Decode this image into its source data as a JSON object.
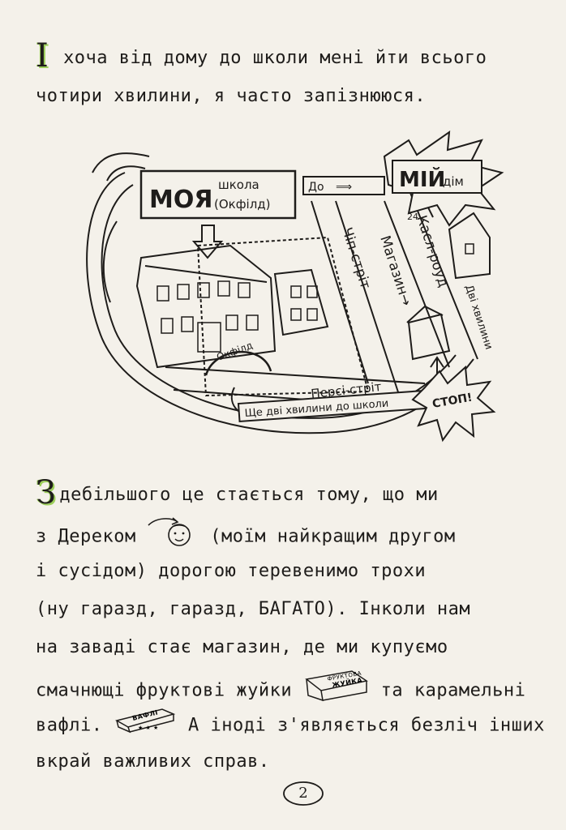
{
  "paragraph1": {
    "dropcap": "І",
    "line1": "хоча від дому до школи мені йти всього",
    "line2": "чотири хвилини, я часто запізнююся."
  },
  "map": {
    "school_label_big": "МОЯ",
    "school_label_small1": "школа",
    "school_label_small2": "(Окфілд)",
    "to_arrow_label": "До",
    "home_label_big": "МІЙ",
    "home_label_small": "дім",
    "chip_street": "Чіп-стріт",
    "shop_label": "Магазин→",
    "castle_road": "Касл-роуд",
    "house_number": "24",
    "two_minutes": "Дві хвилини",
    "percy_street": "Персі-стріт",
    "two_more_minutes": "Ще дві хвилини до школи",
    "stop_label": "СТОП!",
    "gate_label": "Окфілд"
  },
  "paragraph2": {
    "dropcap": "З",
    "line1": "дебільшого це стається тому, що ми",
    "line2a": "з Дереком",
    "line2b": "(моїм найкращим другом",
    "line3": "і сусідом) дорогою теревенимо трохи",
    "line4": "(ну гаразд, гаразд, БАГАТО). Інколи нам",
    "line5": "на заваді стає магазин, де ми купуємо",
    "line6a": "смачнющі фруктові жуйки",
    "line6b": "та карамельні",
    "line7a": "вафлі.",
    "line7b": "А іноді з'являється безліч інших",
    "line8": "вкрай важливих справ.",
    "gum_box_label1": "ФРУКТОВА",
    "gum_box_label2": "ЖУЙКА",
    "waffle_label": "ВАФЛІ"
  },
  "page_number": "2"
}
